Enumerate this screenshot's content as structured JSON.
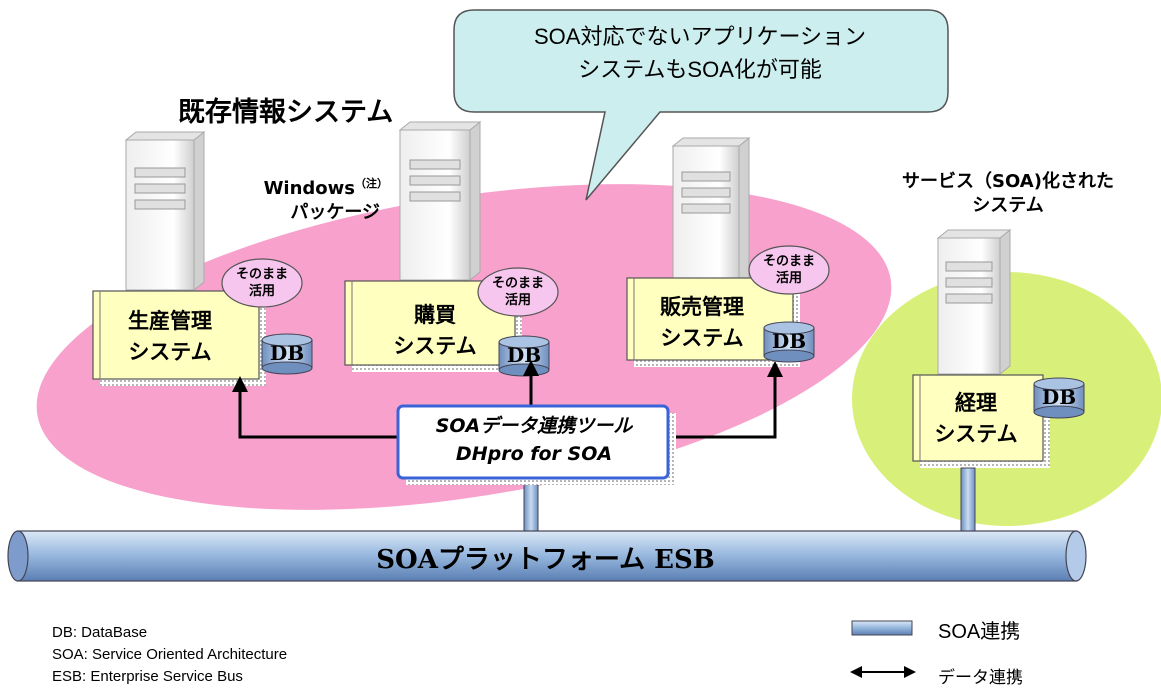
{
  "title": "既存情報システム",
  "callout": {
    "line1": "SOA対応でないアプリケーション",
    "line2": "システムもSOA化が可能"
  },
  "windows_label": {
    "line1": "Windows",
    "note": "（注）",
    "line2": "パッケージ"
  },
  "service_label": {
    "line1": "サービス（SOA)化された",
    "line2": "システム"
  },
  "reuse_label": {
    "line1": "そのまま",
    "line2": "活用"
  },
  "systems": [
    {
      "line1": "生産管理",
      "line2": "システム"
    },
    {
      "line1": "購買",
      "line2": "システム"
    },
    {
      "line1": "販売管理",
      "line2": "システム"
    },
    {
      "line1": "経理",
      "line2": "システム"
    }
  ],
  "db_label": "DB",
  "tool": {
    "line1": "SOAデータ連携ツール",
    "line2": "DHpro for SOA"
  },
  "esb_label": "SOAプラットフォーム ESB",
  "abbreviations": [
    "DB: DataBase",
    "SOA: Service Oriented Architecture",
    "ESB: Enterprise Service Bus"
  ],
  "legend": {
    "soa_link": "SOA連携",
    "data_link": "データ連携"
  },
  "colors": {
    "pink_ellipse": "#f7a1cc",
    "green_ellipse": "#d8f07a",
    "box_fill": "#ffffc0",
    "callout_fill": "#cdeeee",
    "tool_border": "#3a63d8",
    "pipe": "#8fb3d8",
    "reuse_cloud": "#f6c6ee"
  }
}
